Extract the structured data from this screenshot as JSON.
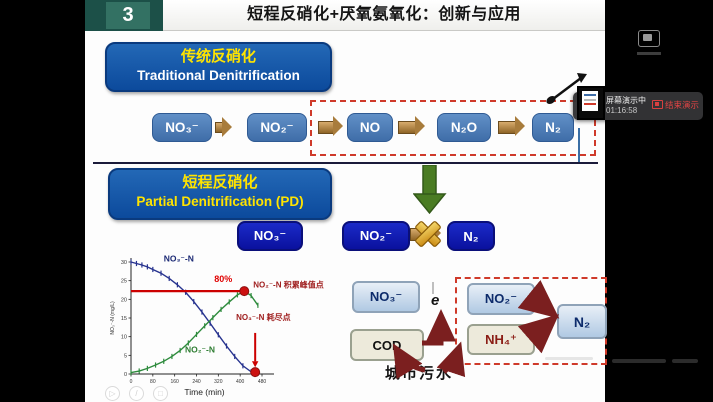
{
  "header": {
    "badge": "3",
    "title": "短程反硝化+厌氧氨氧化：创新与应用"
  },
  "share_overlay": {
    "status": "屏幕演示中",
    "timer": "01:16:58",
    "end_label": "结束演示"
  },
  "sections": {
    "traditional": {
      "title_cn": "传统反硝化",
      "title_en": "Traditional Denitrification",
      "chain": [
        "NO₃⁻",
        "NO₂⁻",
        "NO",
        "N₂O",
        "N₂"
      ]
    },
    "partial": {
      "title_cn": "短程反硝化",
      "title_en": "Partial Denitrification (PD)",
      "chain": [
        "NO₃⁻",
        "NO₂⁻",
        "N₂"
      ]
    }
  },
  "diagram": {
    "no3": "NO₃⁻",
    "cod": "COD",
    "electron": "e",
    "no2": "NO₂⁻",
    "nh4": "NH₄⁺",
    "n2": "N₂",
    "source": "城市污水"
  },
  "colors": {
    "header_green": "#1c5048",
    "flow_box_blue": "#4d7ebf",
    "navy_box": "#0d17b0",
    "title_box_blue": "#0c4a9c",
    "arrow_tan": "#a87c3c",
    "green_arrow": "#4a7c23",
    "dashed_red": "#cf3a2a",
    "dark_red": "#7b1f1f",
    "end_button_red": "#e04444"
  },
  "chart_data": {
    "type": "line",
    "title": "",
    "xlabel": "Time (min)",
    "ylabel": "NO₃⁻-N (mg/L)",
    "xlim": [
      0,
      480
    ],
    "ylim": [
      0,
      30
    ],
    "x_ticks": [
      0,
      80,
      160,
      240,
      320,
      400,
      480
    ],
    "y_ticks": [
      0,
      5,
      10,
      15,
      20,
      25,
      30
    ],
    "grid": false,
    "legend": false,
    "series": [
      {
        "name": "NO₃⁻-N",
        "color": "#27338f",
        "x": [
          0,
          20,
          40,
          60,
          80,
          110,
          140,
          170,
          200,
          230,
          260,
          290,
          320,
          350,
          380,
          410,
          440,
          465
        ],
        "y": [
          30,
          29.6,
          29.2,
          28.7,
          28,
          27,
          25.6,
          23.9,
          21.9,
          19.4,
          16.6,
          13.6,
          10.5,
          7.5,
          4.7,
          2.2,
          0.6,
          0.4
        ]
      },
      {
        "name": "NO₂⁻-N",
        "color": "#2e8b3d",
        "x": [
          0,
          30,
          60,
          90,
          120,
          150,
          180,
          210,
          240,
          270,
          300,
          330,
          360,
          390,
          415,
          440,
          465
        ],
        "y": [
          0.4,
          0.8,
          1.5,
          2.4,
          3.4,
          4.7,
          6.3,
          8.3,
          10.6,
          12.9,
          15.1,
          17.3,
          19.3,
          21.2,
          22.2,
          21.0,
          18.4
        ]
      }
    ],
    "reference": {
      "line": {
        "y": 22.2,
        "x0": 0,
        "x1": 415,
        "color": "#cc0000"
      },
      "points": [
        {
          "x": 415,
          "y": 22.2
        },
        {
          "x": 455,
          "y": 0.5
        }
      ],
      "arrow": {
        "x": 455,
        "y0": 11,
        "y1": 3.4,
        "color": "#cc0000"
      }
    },
    "annotations": [
      {
        "text": "NO₃⁻-N",
        "x": 120,
        "y": 30.2,
        "color": "#1c2a75",
        "size": 8.5,
        "bold": true
      },
      {
        "text": "80%",
        "x": 305,
        "y": 24.6,
        "color": "#e00000",
        "size": 9,
        "bold": true
      },
      {
        "text": "NO₂⁻-N 积累峰值点",
        "x": 448,
        "y": 23.2,
        "color": "#a02020",
        "size": 8,
        "bold": true
      },
      {
        "text": "NO₃⁻-N 耗尽点",
        "x": 385,
        "y": 14.4,
        "color": "#a02020",
        "size": 8,
        "bold": true
      },
      {
        "text": "NO₂⁻-N",
        "x": 198,
        "y": 5.8,
        "color": "#2e7d32",
        "size": 8.5,
        "bold": true
      }
    ]
  }
}
